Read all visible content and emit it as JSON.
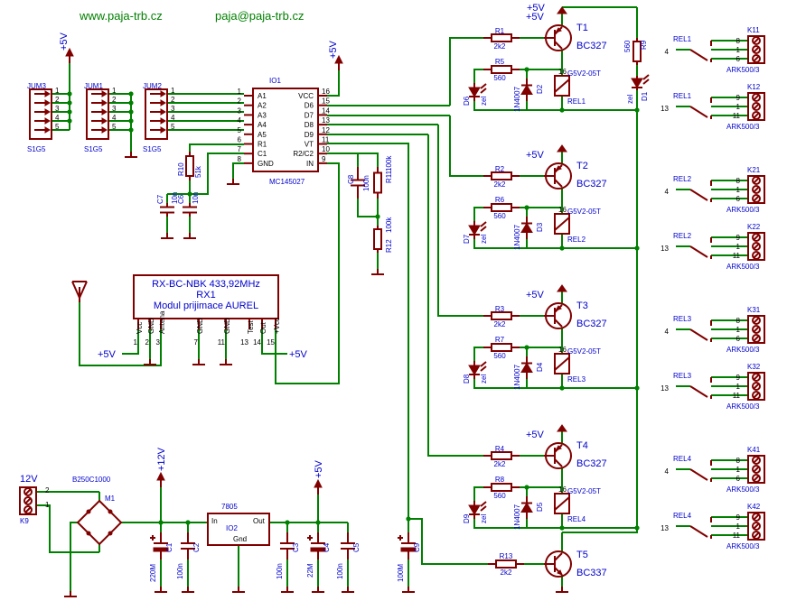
{
  "header": {
    "web": "www.paja-trb.cz",
    "email": "paja@paja-trb.cz"
  },
  "supply": {
    "plus5v": "+5V",
    "plus12v": "+12V",
    "v12": "12V"
  },
  "jumpers": [
    {
      "name": "JUM3",
      "type": "S1G5"
    },
    {
      "name": "JUM1",
      "type": "S1G5"
    },
    {
      "name": "JUM2",
      "type": "S1G5"
    }
  ],
  "pin_numbers": [
    "1",
    "2",
    "3",
    "4",
    "5"
  ],
  "decoder": {
    "name": "IO1",
    "part": "MC145027",
    "left_pins": [
      "A1",
      "A2",
      "A3",
      "A4",
      "A5",
      "R1",
      "C1",
      "GND"
    ],
    "left_nums": [
      "1",
      "2",
      "3",
      "4",
      "5",
      "6",
      "7",
      "8"
    ],
    "right_pins": [
      "VCC",
      "D6",
      "D7",
      "D8",
      "D9",
      "VT",
      "R2/C2",
      "IN"
    ],
    "right_nums": [
      "16",
      "15",
      "14",
      "13",
      "12",
      "11",
      "10",
      "9"
    ]
  },
  "passives": {
    "R10": "R10",
    "R10v": "51k",
    "C7": "C7",
    "C7v": "10n",
    "C6": "C6",
    "C6v": "10n",
    "C8": "C8",
    "C8v": "100n",
    "R11": "R11",
    "R11v": "100k",
    "R12": "R12",
    "R12v": "100k"
  },
  "receiver": {
    "title": "RX-BC-NBK 433,92MHz",
    "name": "RX1",
    "desc": "Modul prijimace AUREL",
    "pins": [
      "Vcc",
      "GND",
      "Antena",
      "GND",
      "GND",
      "Test",
      "Out",
      "+Vcc"
    ],
    "pin_nums": [
      "1",
      "2",
      "3",
      "7",
      "11",
      "13",
      "14",
      "15"
    ]
  },
  "channels": [
    {
      "r": "R1",
      "rv": "2k2",
      "rl": "R5",
      "rlv": "560",
      "led": "D6",
      "diode": "D2",
      "t": "T1",
      "tt": "BC327",
      "rel": "REL1"
    },
    {
      "r": "R2",
      "rv": "2k2",
      "rl": "R6",
      "rlv": "560",
      "led": "D7",
      "diode": "D3",
      "t": "T2",
      "tt": "BC327",
      "rel": "REL2"
    },
    {
      "r": "R3",
      "rv": "2k2",
      "rl": "R7",
      "rlv": "560",
      "led": "D8",
      "diode": "D4",
      "t": "T3",
      "tt": "BC327",
      "rel": "REL3"
    },
    {
      "r": "R4",
      "rv": "2k2",
      "rl": "R8",
      "rlv": "560",
      "led": "D9",
      "diode": "D5",
      "t": "T4",
      "tt": "BC327",
      "rel": "REL4"
    }
  ],
  "parts_common": {
    "led_color": "zel",
    "diode_type": "1N4007",
    "relay_type": "G5V2-05T",
    "relay_pin": "16",
    "r9": "R9",
    "r9v": "560",
    "d1": "D1",
    "d1c": "zel"
  },
  "t5": {
    "r": "R13",
    "rv": "2k2",
    "t": "T5",
    "tt": "BC337"
  },
  "terminals": [
    {
      "name": "K11",
      "rel": "REL1",
      "pins": [
        "8",
        "1",
        "6"
      ],
      "common": "4"
    },
    {
      "name": "K12",
      "rel": "REL1",
      "pins": [
        "9",
        "1",
        "11"
      ],
      "common": "13"
    },
    {
      "name": "K21",
      "rel": "REL2",
      "pins": [
        "8",
        "1",
        "6"
      ],
      "common": "4"
    },
    {
      "name": "K22",
      "rel": "REL2",
      "pins": [
        "9",
        "1",
        "11"
      ],
      "common": "13"
    },
    {
      "name": "K31",
      "rel": "REL3",
      "pins": [
        "8",
        "1",
        "6"
      ],
      "common": "4"
    },
    {
      "name": "K32",
      "rel": "REL3",
      "pins": [
        "9",
        "1",
        "11"
      ],
      "common": "13"
    },
    {
      "name": "K41",
      "rel": "REL4",
      "pins": [
        "8",
        "1",
        "6"
      ],
      "common": "4"
    },
    {
      "name": "K42",
      "rel": "REL4",
      "pins": [
        "9",
        "1",
        "11"
      ],
      "common": "13"
    }
  ],
  "terminal_type": "ARK500/3",
  "power": {
    "k9": "K9",
    "bridge": "B250C1000",
    "m1": "M1",
    "reg": "IO2",
    "reg_type": "7805",
    "reg_in": "In",
    "reg_out": "Out",
    "reg_gnd": "Gnd",
    "C1": "C1",
    "C1v": "220M",
    "C2": "C2",
    "C2v": "100n",
    "C3": "C3",
    "C3v": "100n",
    "C4": "C4",
    "C4v": "22M",
    "C5": "C5",
    "C5v": "100n",
    "C9": "C9",
    "C9v": "100M"
  }
}
